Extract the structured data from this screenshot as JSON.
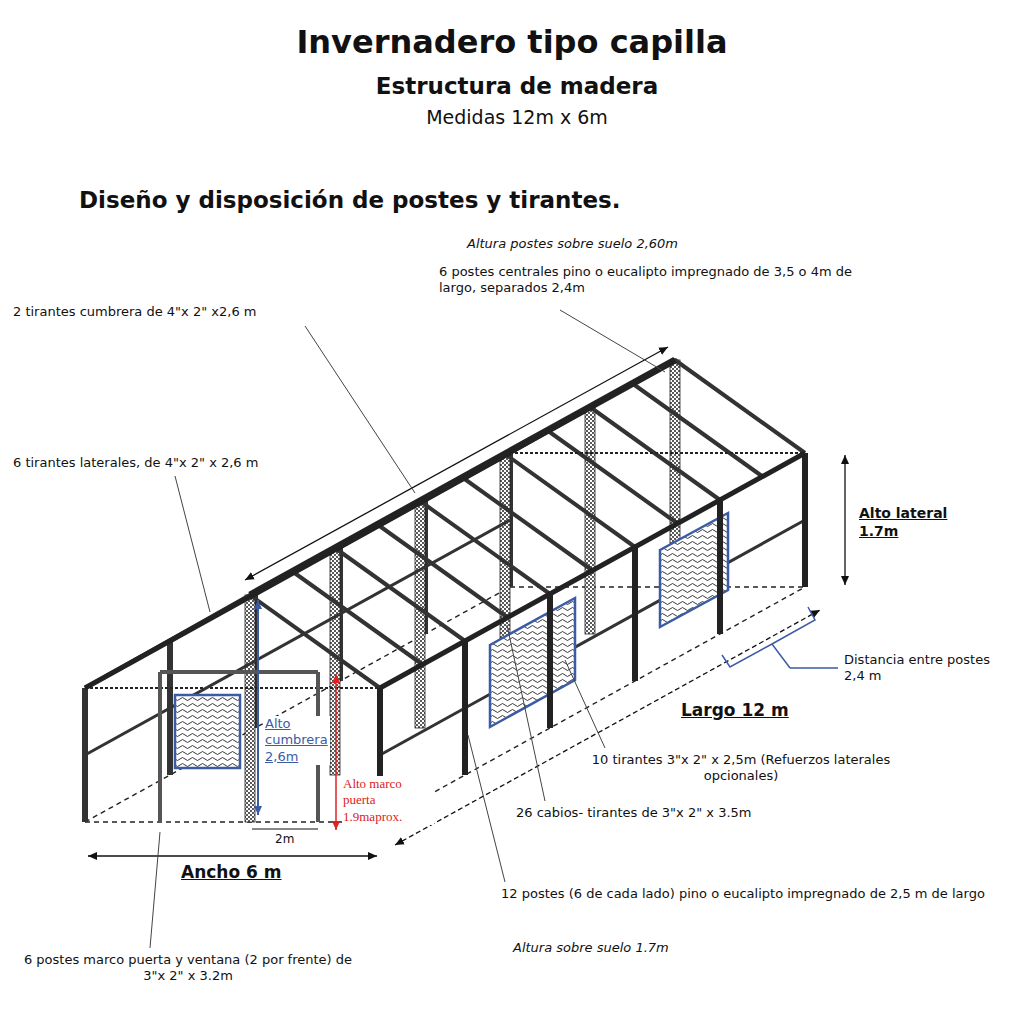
{
  "diagram": {
    "title": "Invernadero tipo capilla",
    "labels": [
      "Estructura de madera",
      "Medidas 12m x 6m",
      "Diseño y disposición de postes y tirantes.",
      "Altura postes sobre suelo 2,60m",
      "6 postes centrales pino o eucalipto impregnado de 3,5 o 4m de largo, separados 2,4m",
      "2 tirantes cumbrera de 4\"x 2\" x2,6 m",
      "6 tirantes laterales, de 4\"x 2\" x 2,6 m",
      "Alto lateral 1.7m",
      "Distancia entre postes 2,4 m",
      "Largo 12 m",
      "10 tirantes 3\"x 2\" x 2,5m (Refuerzos laterales opcionales)",
      "Alto cumbrera 2,6m",
      "Alto marco puerta 1.9maprox.",
      "2m",
      "Ancho 6 m",
      "26 cabios- tirantes de 3\"x 2\" x 3.5m",
      "12 postes (6 de cada lado) pino o eucalipto impregnado de 2,5 m de largo",
      "Altura sobre suelo 1.7m",
      "6 postes marco puerta y ventana (2 por frente) de 3\"x 2\" x 3.2m"
    ]
  }
}
